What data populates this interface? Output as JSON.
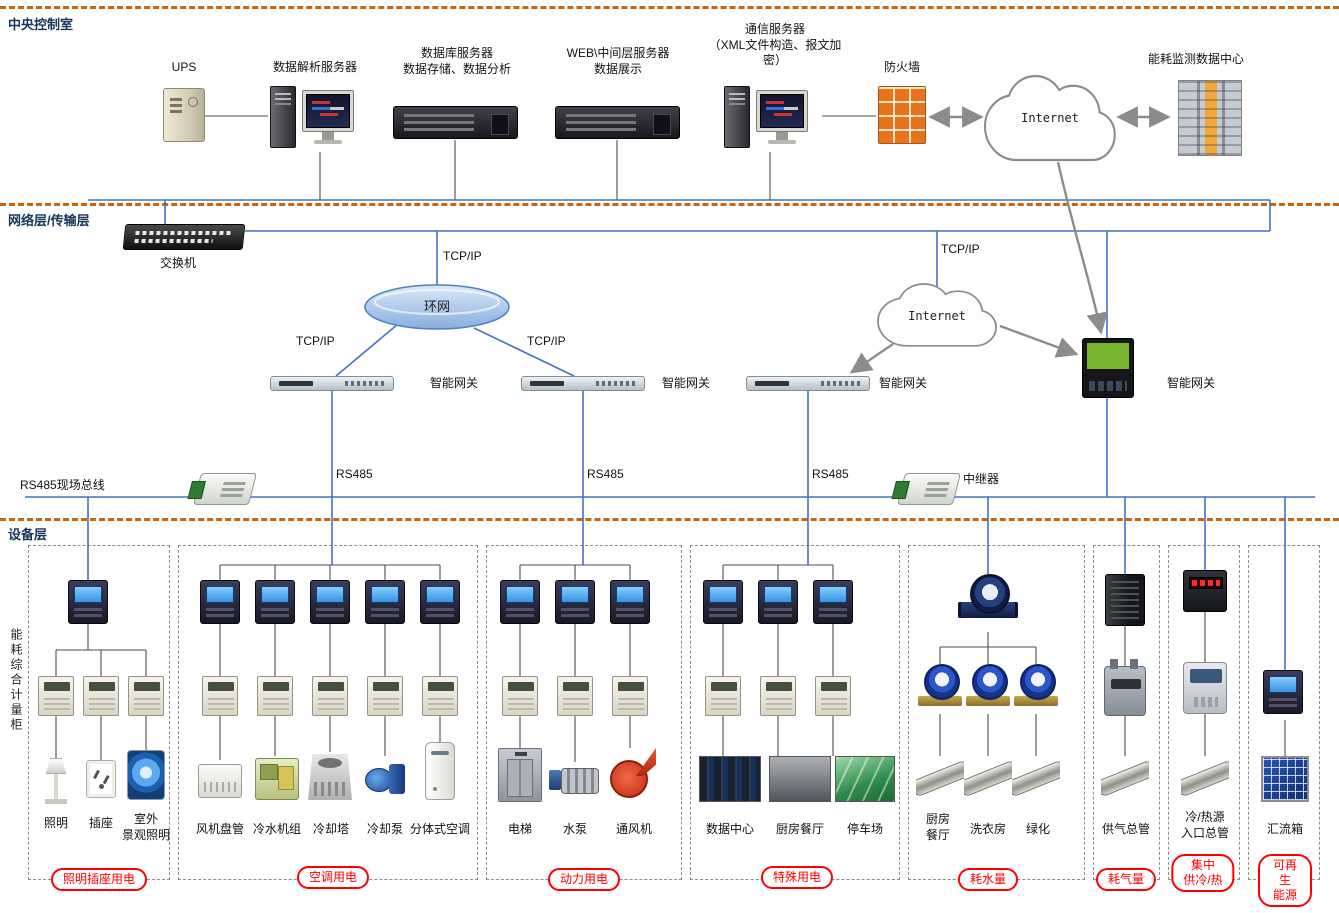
{
  "colors": {
    "layer_line": "#c9650f",
    "layer_label": "#16365c",
    "network_line": "#4472c4",
    "tree_line": "#4d4d4d",
    "tag_red": "#ff0000"
  },
  "control_room": {
    "label": "中央控制室",
    "ups": "UPS",
    "parse_server": "数据解析服务器",
    "db_server": "数据库服务器\n数据存储、数据分析",
    "web_server": "WEB\\中间层服务器\n数据展示",
    "comm_server": "通信服务器\n（XML文件构造、报文加密）",
    "firewall": "防火墙",
    "internet": "Internet",
    "datacenter": "能耗监测数据中心"
  },
  "network": {
    "label": "网络层/传输层",
    "switch": "交换机",
    "tcpip": "TCP/IP",
    "ring": "环网",
    "internet": "Internet",
    "gateway": "智能网关"
  },
  "fieldbus": {
    "label": "RS485现场总线",
    "rs485": "RS485",
    "repeater": "中继器"
  },
  "device_layer": {
    "label": "设备层",
    "cabinet": "能耗综合计量柜",
    "groups": [
      {
        "tag": "照明插座用电",
        "items": [
          "照明",
          "插座",
          "室外\n景观照明"
        ]
      },
      {
        "tag": "空调用电",
        "items": [
          "风机盘管",
          "冷水机组",
          "冷却塔",
          "冷却泵",
          "分体式空调"
        ]
      },
      {
        "tag": "动力用电",
        "items": [
          "电梯",
          "水泵",
          "通风机"
        ]
      },
      {
        "tag": "特殊用电",
        "items": [
          "数据中心",
          "厨房餐厅",
          "停车场"
        ]
      },
      {
        "tag": "耗水量",
        "items": [
          "厨房\n餐厅",
          "洗衣房",
          "绿化"
        ]
      },
      {
        "tag": "耗气量",
        "items": [
          "供气总管"
        ]
      },
      {
        "tag": "集中\n供冷/热",
        "items": [
          "冷/热源\n入口总管"
        ]
      },
      {
        "tag": "可再生\n能源",
        "items": [
          "汇流箱"
        ]
      }
    ]
  }
}
